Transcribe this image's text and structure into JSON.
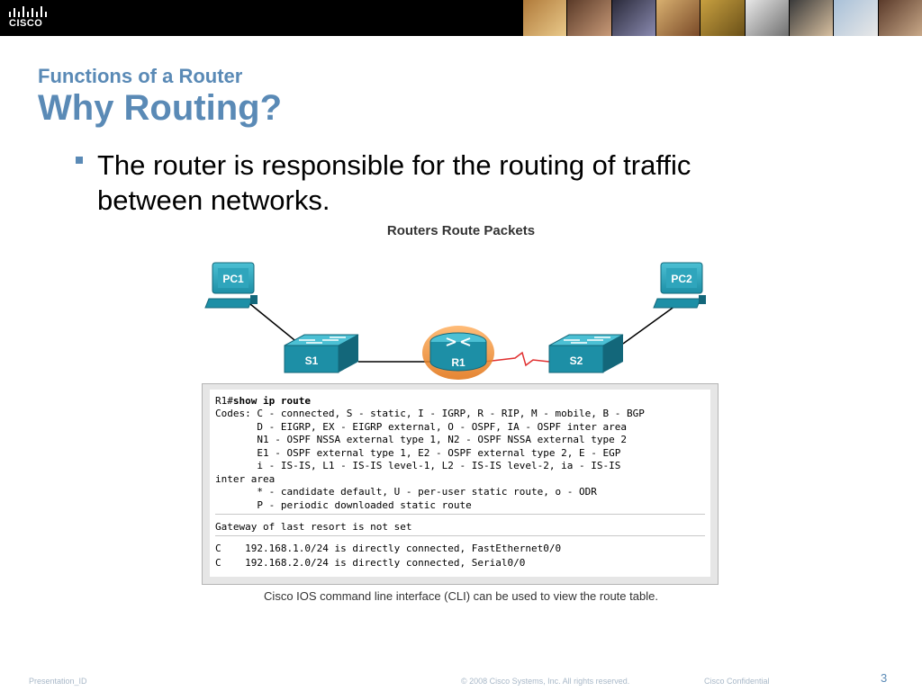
{
  "header": {
    "brand": "CISCO"
  },
  "slide": {
    "subtitle": "Functions of a Router",
    "title": "Why Routing?",
    "bullet_line1": "The router is responsible for the routing of traffic",
    "bullet_line2": "between networks."
  },
  "figure": {
    "title": "Routers Route Packets",
    "nodes": {
      "pc1": "PC1",
      "pc2": "PC2",
      "s1": "S1",
      "r1": "R1",
      "s2": "S2"
    },
    "cli": {
      "prompt": "R1#",
      "command": "show ip route",
      "codes": [
        "Codes: C - connected, S - static, I - IGRP, R - RIP, M - mobile, B - BGP",
        "       D - EIGRP, EX - EIGRP external, O - OSPF, IA - OSPF inter area",
        "       N1 - OSPF NSSA external type 1, N2 - OSPF NSSA external type 2",
        "       E1 - OSPF external type 1, E2 - OSPF external type 2, E - EGP",
        "       i - IS-IS, L1 - IS-IS level-1, L2 - IS-IS level-2, ia - IS-IS",
        "inter area",
        "       * - candidate default, U - per-user static route, o - ODR",
        "       P - periodic downloaded static route"
      ],
      "gateway": "Gateway of last resort is not set",
      "routes": [
        "C    192.168.1.0/24 is directly connected, FastEthernet0/0",
        "C    192.168.2.0/24 is directly connected, Serial0/0"
      ]
    },
    "caption": "Cisco IOS command line interface (CLI) can be used to view the route table."
  },
  "footer": {
    "presentation_id": "Presentation_ID",
    "copyright": "© 2008 Cisco Systems, Inc. All rights reserved.",
    "confidential": "Cisco Confidential",
    "page": "3"
  },
  "colors": {
    "accent": "#5a8ab6",
    "node_teal": "#1d8fa6",
    "router_orange": "#f28c28",
    "serial_red": "#e03030"
  }
}
